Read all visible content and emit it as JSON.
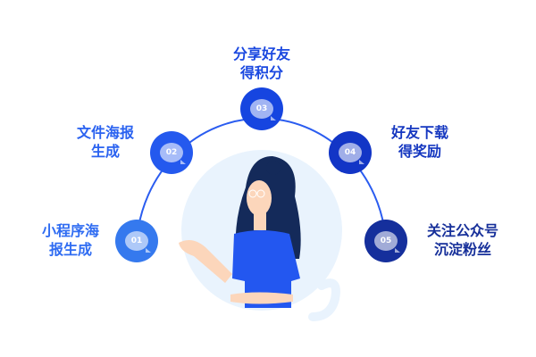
{
  "steps": [
    {
      "num": "01",
      "line1": "小程序海",
      "line2": "报生成",
      "color": "#3579ee"
    },
    {
      "num": "02",
      "line1": "文件海报",
      "line2": "生成",
      "color": "#2459ee"
    },
    {
      "num": "03",
      "line1": "分享好友",
      "line2": "得积分",
      "color": "#1645e0"
    },
    {
      "num": "04",
      "line1": "好友下载",
      "line2": "得奖励",
      "color": "#1235c6"
    },
    {
      "num": "05",
      "line1": "关注公众号",
      "line2": "沉淀粉丝",
      "color": "#152f9c"
    }
  ]
}
